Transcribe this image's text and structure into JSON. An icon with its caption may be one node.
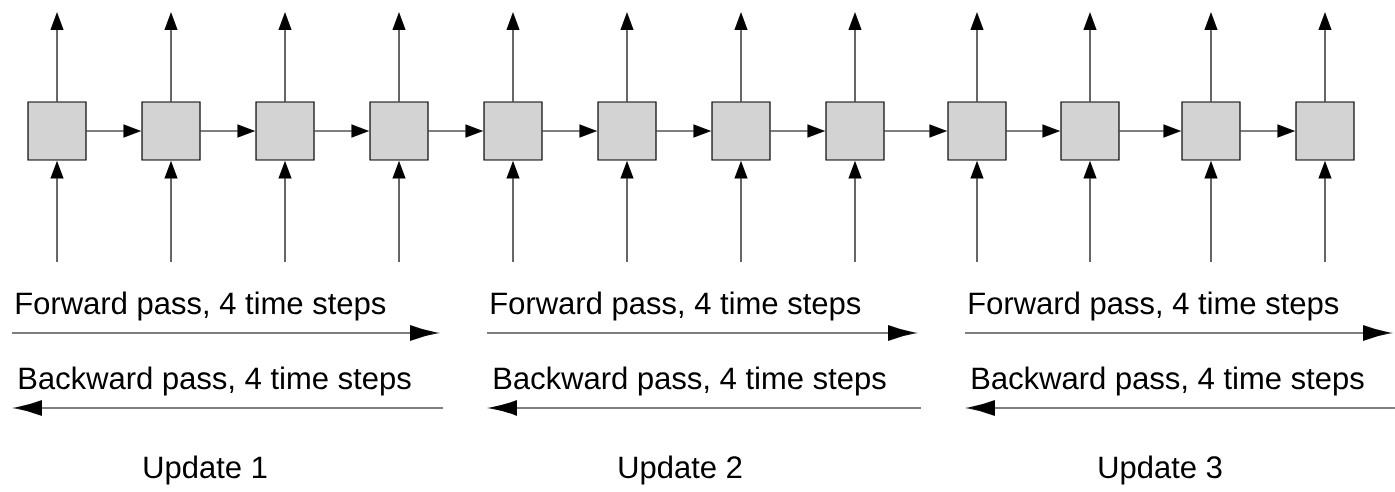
{
  "diagram": {
    "nodes": [
      {
        "text": [],
        "shape": "box"
      },
      {
        "text": [],
        "shape": "box"
      },
      {
        "text": [],
        "shape": "box"
      },
      {
        "text": [],
        "shape": "box"
      },
      {
        "text": [],
        "shape": "box"
      },
      {
        "text": [],
        "shape": "box"
      },
      {
        "text": [],
        "shape": "box"
      },
      {
        "text": [],
        "shape": "box"
      },
      {
        "text": [],
        "shape": "box"
      },
      {
        "text": [],
        "shape": "box"
      },
      {
        "text": [],
        "shape": "box"
      },
      {
        "text": [],
        "shape": "box"
      }
    ],
    "edges": [
      {
        "from": 0,
        "to": 1,
        "arrow": "to"
      },
      {
        "from": 1,
        "to": 2,
        "arrow": "to"
      },
      {
        "from": 2,
        "to": 3,
        "arrow": "to"
      },
      {
        "from": 3,
        "to": 4,
        "arrow": "to"
      },
      {
        "from": 4,
        "to": 5,
        "arrow": "to"
      },
      {
        "from": 5,
        "to": 6,
        "arrow": "to"
      },
      {
        "from": 6,
        "to": 7,
        "arrow": "to"
      },
      {
        "from": 7,
        "to": 8,
        "arrow": "to"
      },
      {
        "from": 8,
        "to": 9,
        "arrow": "to"
      },
      {
        "from": 9,
        "to": 10,
        "arrow": "to"
      },
      {
        "from": 10,
        "to": 11,
        "arrow": "to"
      },
      {
        "from": null,
        "to": 0,
        "arrow": "to"
      },
      {
        "from": null,
        "to": 1,
        "arrow": "to"
      },
      {
        "from": null,
        "to": 2,
        "arrow": "to"
      },
      {
        "from": null,
        "to": 3,
        "arrow": "to"
      },
      {
        "from": null,
        "to": 4,
        "arrow": "to"
      },
      {
        "from": null,
        "to": 5,
        "arrow": "to"
      },
      {
        "from": null,
        "to": 6,
        "arrow": "to"
      },
      {
        "from": null,
        "to": 7,
        "arrow": "to"
      },
      {
        "from": null,
        "to": 8,
        "arrow": "to"
      },
      {
        "from": null,
        "to": 9,
        "arrow": "to"
      },
      {
        "from": null,
        "to": 10,
        "arrow": "to"
      },
      {
        "from": null,
        "to": 11,
        "arrow": "to"
      },
      {
        "from": 0,
        "to": null,
        "arrow": "to"
      },
      {
        "from": 1,
        "to": null,
        "arrow": "to"
      },
      {
        "from": 2,
        "to": null,
        "arrow": "to"
      },
      {
        "from": 3,
        "to": null,
        "arrow": "to"
      },
      {
        "from": 4,
        "to": null,
        "arrow": "to"
      },
      {
        "from": 5,
        "to": null,
        "arrow": "to"
      },
      {
        "from": 6,
        "to": null,
        "arrow": "to"
      },
      {
        "from": 7,
        "to": null,
        "arrow": "to"
      },
      {
        "from": 8,
        "to": null,
        "arrow": "to"
      },
      {
        "from": 9,
        "to": null,
        "arrow": "to"
      },
      {
        "from": 10,
        "to": null,
        "arrow": "to"
      },
      {
        "from": 11,
        "to": null,
        "arrow": "to"
      }
    ],
    "labels": [
      "Forward pass, 4 time steps",
      "Forward pass, 4 time steps",
      "Forward pass, 4 time steps",
      "Backward  pass, 4 time steps",
      "Backward  pass, 4 time steps",
      "Backward  pass, 4 time steps",
      "Update 1",
      "Update 2",
      "Update 3"
    ]
  }
}
